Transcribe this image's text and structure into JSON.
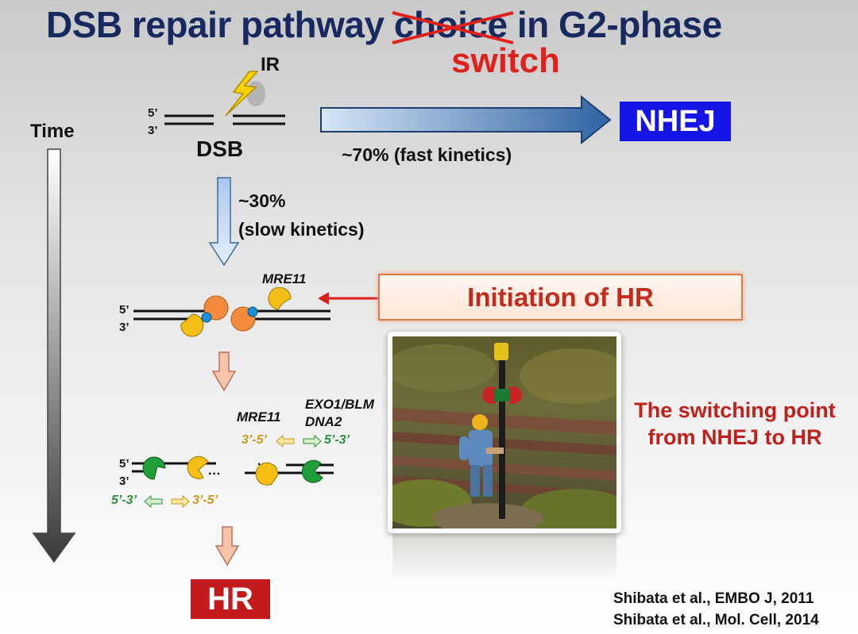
{
  "title": {
    "prefix": "DSB repair pathway ",
    "struck_word": "choice",
    "suffix": " in G2-phase",
    "replacement_word": "switch"
  },
  "diagram": {
    "ir_label": "IR",
    "dsb_label": "DSB",
    "strand_5": "5’",
    "strand_3": "3’",
    "time_label": "Time",
    "nhej_fraction": "~70% (fast kinetics)",
    "hr_fraction_pct": "~30%",
    "hr_fraction_kinetics": "(slow kinetics)",
    "nhej_box": "NHEJ",
    "hr_box": "HR",
    "mre11_top": "MRE11",
    "mre11_mid": "MRE11",
    "exo1_blm": "EXO1/BLM",
    "dna2": "DNA2",
    "dir_35_right": "3’-5’",
    "dir_53_right": "5’-3’",
    "dir_53_left": "5’-3’",
    "dir_35_left": "3’-5’",
    "initiation": "Initiation of HR",
    "switching_line1": "The switching point",
    "switching_line2": "from NHEJ to HR"
  },
  "references": [
    "Shibata et al., EMBO J, 2011",
    "Shibata et al., Mol. Cell, 2014"
  ],
  "colors": {
    "title": "#17295e",
    "accent_red": "#e0201b",
    "nhej_blue": "#1515e6",
    "hr_red": "#c31b1b",
    "mre11_yellow": "#f5bf15",
    "ku_orange": "#f28b3c",
    "exo_green": "#1f9e3a"
  }
}
